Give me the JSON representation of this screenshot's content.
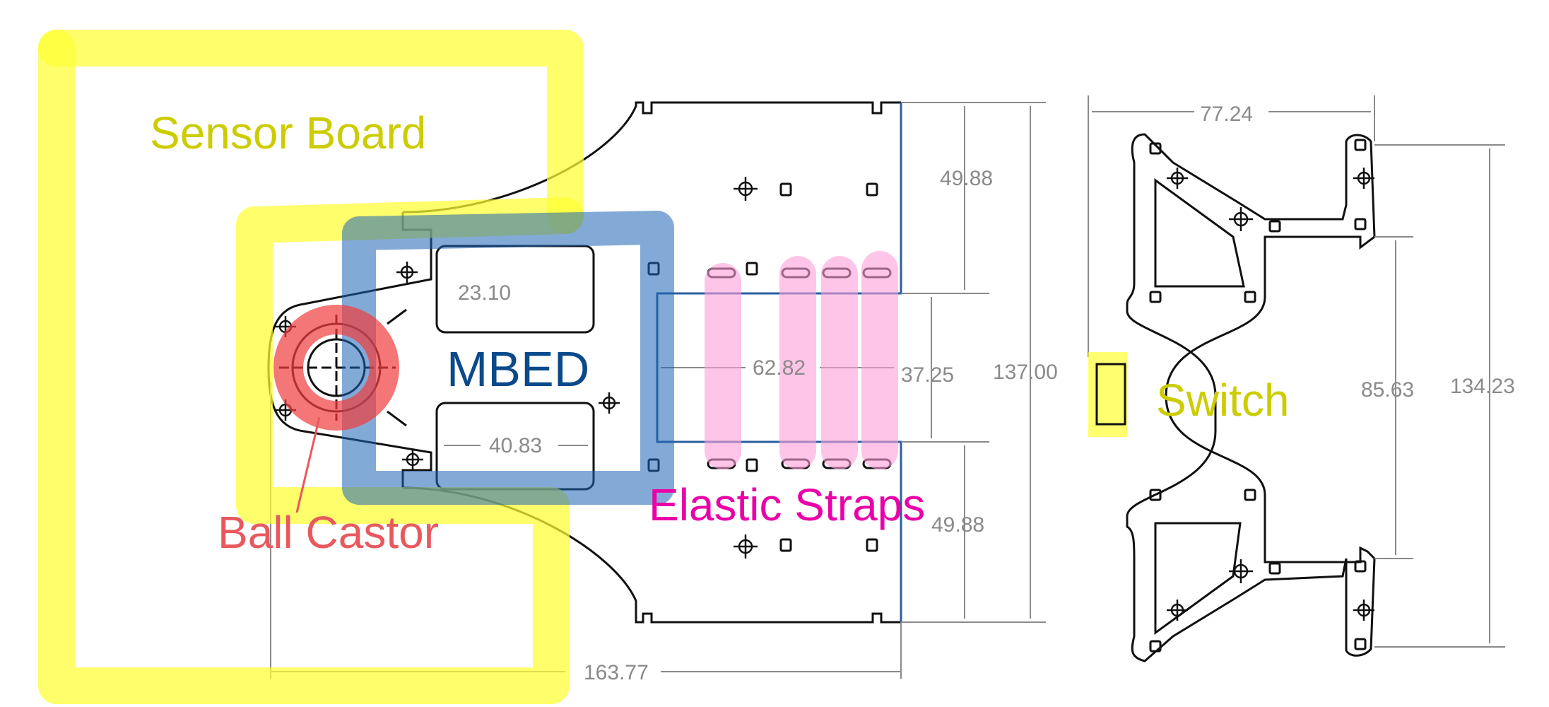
{
  "labels": {
    "sensor_board": "Sensor Board",
    "mbed": "MBED",
    "ball_castor": "Ball Castor",
    "elastic_straps": "Elastic Straps",
    "switch": "Switch"
  },
  "dimensions": {
    "top_tab_height": "49.88",
    "bottom_tab_height": "49.88",
    "slot_height": "23.10",
    "slot_width": "40.83",
    "center_width": "62.82",
    "center_height": "37.25",
    "total_height": "137.00",
    "total_length": "163.77",
    "switch_width": "77.24",
    "switch_inner_height": "85.63",
    "switch_total_height": "134.23"
  },
  "colors": {
    "yellow_highlight": "#ffff33",
    "yellow_text": "#cccc00",
    "blue_highlight": "#1e64b4",
    "blue_text": "#0b4a8a",
    "red_highlight": "#f03c3c",
    "red_text": "#e8595e",
    "pink_highlight": "#ff9ed8",
    "pink_text": "#ea00a8",
    "dimension_text": "#8a8a8a"
  }
}
